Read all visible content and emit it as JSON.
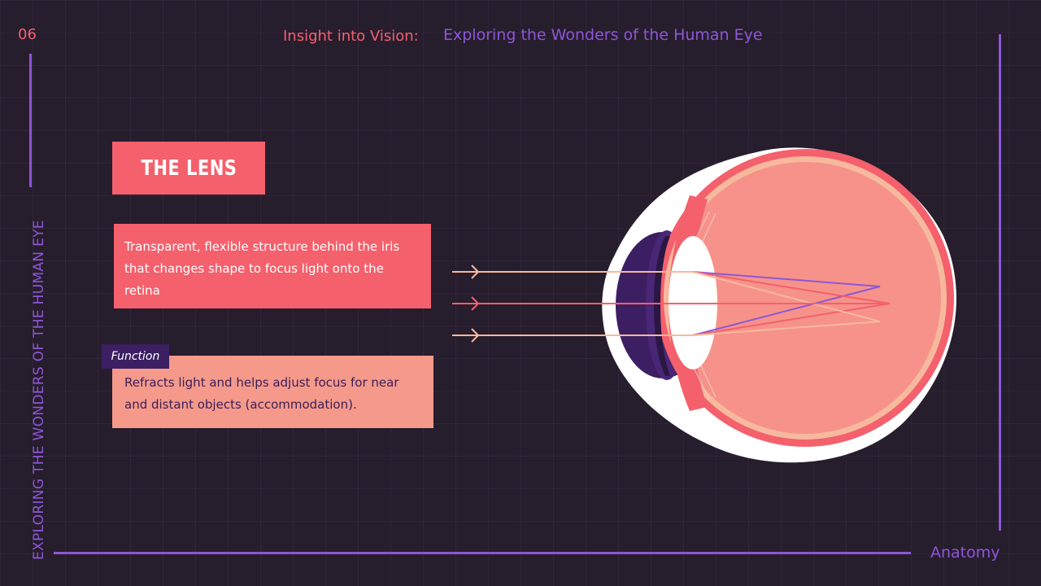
{
  "slide": {
    "number": "06",
    "header_part1": "Insight into Vision:",
    "header_part2": "Exploring the Wonders of the Human Eye",
    "side_label": "EXPLORING THE WONDERS OF THE HUMAN EYE",
    "footer_label": "Anatomy"
  },
  "lens": {
    "title": "THE LENS",
    "description": "Transparent, flexible structure behind the iris that changes shape to focus light onto the retina",
    "function_tag": "Function",
    "function_text": "Refracts light and helps adjust focus for near and distant objects (accommodation)."
  },
  "colors": {
    "background": "#261d2d",
    "accent_purple": "#8e56d6",
    "accent_red": "#f4606c",
    "accent_salmon": "#f59a8a",
    "dark_purple": "#3c1f63"
  }
}
